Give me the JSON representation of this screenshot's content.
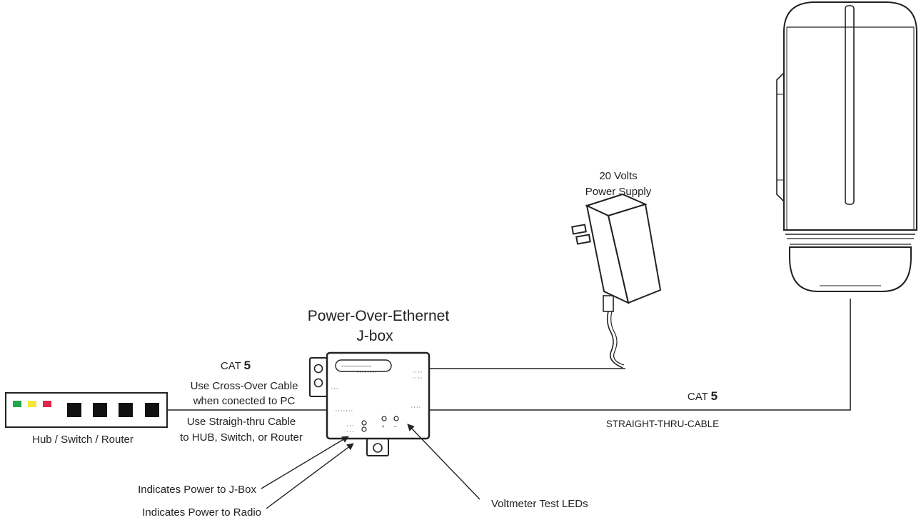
{
  "jbox": {
    "title_line1": "Power-Over-Ethernet",
    "title_line2": "J-box"
  },
  "power_supply": {
    "line1": "20 Volts",
    "line2": "Power Supply"
  },
  "left_cable": {
    "cat_prefix": "CAT ",
    "cat_number": "5",
    "line1": "Use Cross-Over Cable",
    "line2": "when conected to PC",
    "line3": "Use Straigh-thru Cable",
    "line4": "to HUB, Switch, or Router"
  },
  "right_cable": {
    "cat_prefix": "CAT ",
    "cat_number": "5",
    "type": "STRAIGHT-THRU-CABLE"
  },
  "hub": {
    "label": "Hub / Switch / Router",
    "led_colors": [
      "#22a84a",
      "#f2e93a",
      "#e2254a"
    ]
  },
  "callouts": {
    "power_jbox": "Indicates Power to J-Box",
    "power_radio": "Indicates Power to Radio",
    "voltmeter": "Voltmeter Test LEDs"
  }
}
